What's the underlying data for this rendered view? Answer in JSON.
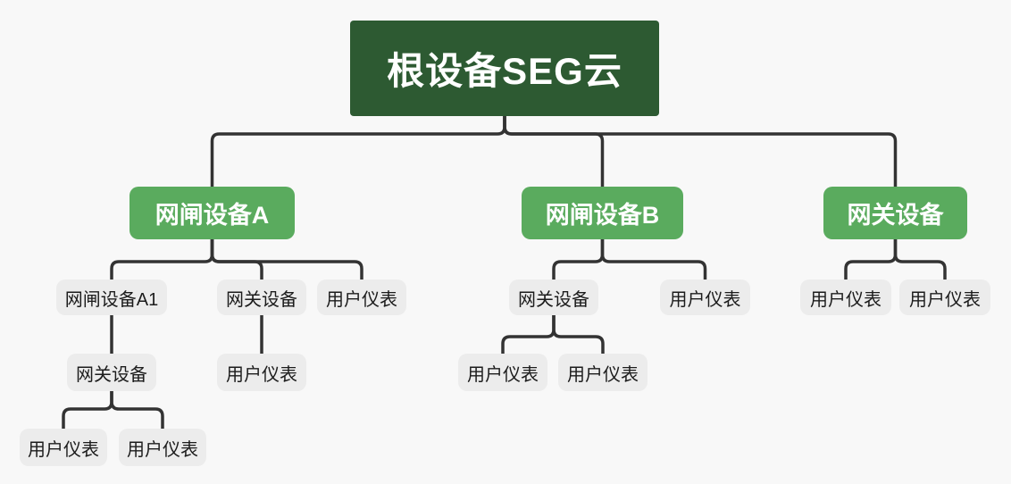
{
  "diagram": {
    "kind": "device-topology-tree",
    "colors": {
      "background": "#f8f8f8",
      "root_bg": "#2d5a32",
      "root_text": "#ffffff",
      "branch_bg": "#5aab5e",
      "branch_text": "#ffffff",
      "leaf_bg": "#ececec",
      "leaf_text": "#1c1c1c",
      "connector": "#333333"
    },
    "tree": {
      "label": "根设备SEG云",
      "type": "root",
      "children": [
        {
          "label": "网闸设备A",
          "type": "branch",
          "children": [
            {
              "label": "网闸设备A1",
              "type": "leaf",
              "children": [
                {
                  "label": "网关设备",
                  "type": "leaf",
                  "children": [
                    {
                      "label": "用户仪表",
                      "type": "leaf",
                      "children": []
                    },
                    {
                      "label": "用户仪表",
                      "type": "leaf",
                      "children": []
                    }
                  ]
                }
              ]
            },
            {
              "label": "网关设备",
              "type": "leaf",
              "children": [
                {
                  "label": "用户仪表",
                  "type": "leaf",
                  "children": []
                }
              ]
            },
            {
              "label": "用户仪表",
              "type": "leaf",
              "children": []
            }
          ]
        },
        {
          "label": "网闸设备B",
          "type": "branch",
          "children": [
            {
              "label": "网关设备",
              "type": "leaf",
              "children": [
                {
                  "label": "用户仪表",
                  "type": "leaf",
                  "children": []
                },
                {
                  "label": "用户仪表",
                  "type": "leaf",
                  "children": []
                }
              ]
            },
            {
              "label": "用户仪表",
              "type": "leaf",
              "children": []
            }
          ]
        },
        {
          "label": "网关设备",
          "type": "branch",
          "children": [
            {
              "label": "用户仪表",
              "type": "leaf",
              "children": []
            },
            {
              "label": "用户仪表",
              "type": "leaf",
              "children": []
            }
          ]
        }
      ]
    }
  }
}
